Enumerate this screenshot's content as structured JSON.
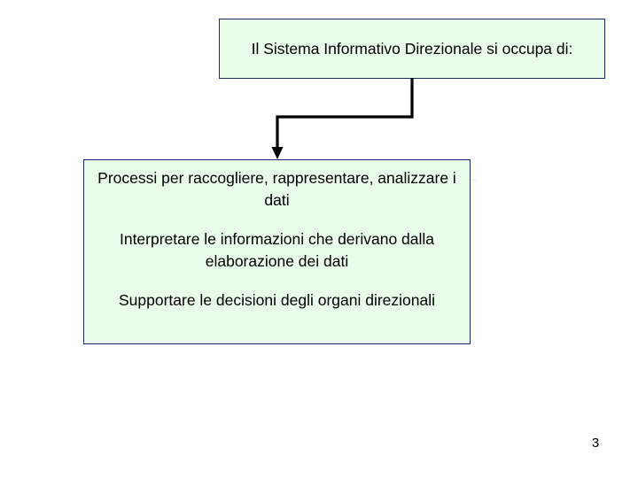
{
  "slide": {
    "page_number": "3",
    "background_color": "#ffffff"
  },
  "colors": {
    "box_fill": "#e9fbe9",
    "box_border": "#1a2a6b",
    "text": "#000000",
    "connector": "#000000"
  },
  "top_box": {
    "text": "Il Sistema Informativo Direzionale si occupa di:"
  },
  "bottom_box": {
    "paragraphs": [
      "Processi per raccogliere, rappresentare, analizzare i dati",
      "Interpretare le informazioni che derivano dalla elaborazione dei dati",
      "Supportare le decisioni degli organi direzionali"
    ]
  },
  "connector": {
    "shape": "elbow-arrow",
    "from": "top_box",
    "to": "bottom_box",
    "arrow_direction": "down"
  }
}
